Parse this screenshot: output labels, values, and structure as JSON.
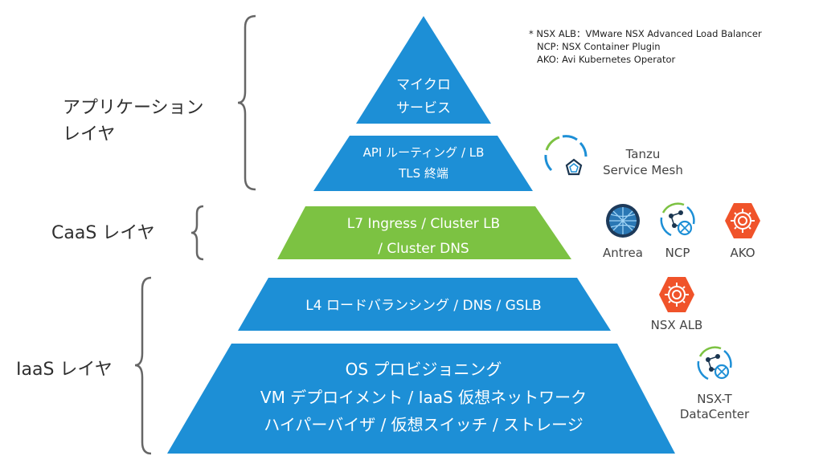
{
  "layers": {
    "application": "アプリケーション\nレイヤ",
    "caas": "CaaS レイヤ",
    "iaas": "IaaS レイヤ"
  },
  "pyramid": [
    {
      "lines": [
        "マイクロ",
        "サービス"
      ],
      "color": "#1d8fd6"
    },
    {
      "lines": [
        "API ルーティング / LB",
        "TLS 終端"
      ],
      "color": "#1d8fd6"
    },
    {
      "lines": [
        "L7 Ingress / Cluster LB",
        "/ Cluster DNS"
      ],
      "color": "#7cc242"
    },
    {
      "lines": [
        "L4 ロードバランシング / DNS / GSLB"
      ],
      "color": "#1d8fd6"
    },
    {
      "lines": [
        "OS プロビジョニング",
        "VM デプロイメント / IaaS 仮想ネットワーク",
        "ハイパーバイザ / 仮想スイッチ / ストレージ"
      ],
      "color": "#1d8fd6"
    }
  ],
  "legend": [
    "* NSX ALB：VMware NSX Advanced Load Balancer",
    "NCP: NSX Container Plugin",
    "AKO: Avi Kubernetes Operator"
  ],
  "products": {
    "tanzu": "Tanzu\nService Mesh",
    "antrea": "Antrea",
    "ncp": "NCP",
    "ako": "AKO",
    "nsx_alb": "NSX ALB",
    "nsx_t": "NSX-T\nDataCenter"
  },
  "colors": {
    "blue": "#1d8fd6",
    "green": "#7cc242",
    "orange": "#f0532a",
    "bracket": "#666666"
  }
}
